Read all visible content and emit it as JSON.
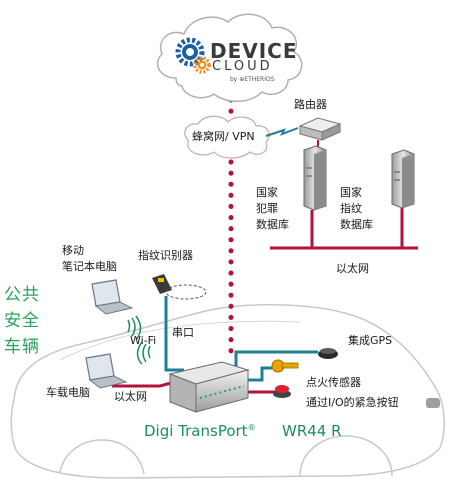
{
  "cloud": {
    "title": "DEVICE",
    "subtitle": "CLOUD",
    "byline": "by ⊕ETHERIOS"
  },
  "labels": {
    "router": "路由器",
    "cellular_vpn": "蜂窝网/ VPN",
    "criminal_db": [
      "国家",
      "犯罪",
      "数据库"
    ],
    "fingerprint_db": [
      "国家",
      "指纹",
      "数据库"
    ],
    "ethernet_top": "以太网",
    "mobile_laptop": [
      "移动",
      "笔记本电脑"
    ],
    "fingerprint_reader": "指纹识别器",
    "public_safety_vehicle": [
      "公共",
      "安全",
      "车辆"
    ],
    "wifi": "Wi-Fi",
    "serial_port": "串口",
    "integrated_gps": "集成GPS",
    "in_car_computer": "车载电脑",
    "ethernet_bottom": "以太网",
    "ignition_sensor": "点火传感器",
    "emergency_button": "通过I/O的紧急按钮",
    "brand": "Digi TransPort",
    "brand_mark": "®",
    "model": "WR44 R"
  },
  "colors": {
    "cellular_link": "#b3123b",
    "ethernet_link": "#b3123b",
    "serial_link": "#1f7f93",
    "gps_link": "#1f7f93",
    "brand_green": "#1a8f5a",
    "cloud_gear_blue": "#1c5fa8",
    "cloud_gear_orange": "#f2901e"
  }
}
